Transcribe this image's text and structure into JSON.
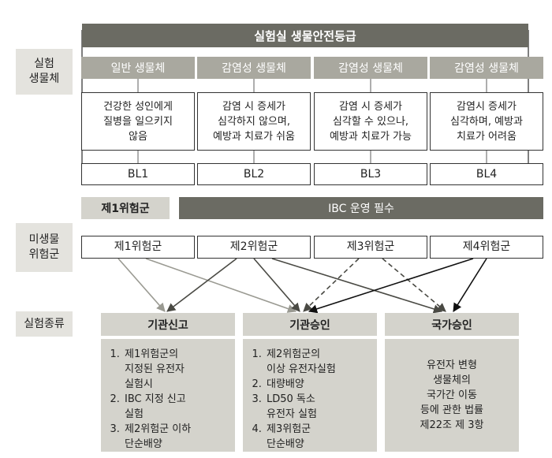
{
  "title": "실험실 생물안전등급",
  "side_labels": {
    "organism": "실험\n생물체",
    "risk_group": "미생물\n위험군",
    "experiment_type": "실험종류"
  },
  "organism_headers": [
    "일반 생물체",
    "감염성 생물체",
    "감염성 생물체",
    "감염성 생물체"
  ],
  "organism_desc": [
    "건강한 성인에게\n질병을 일으키지\n않음",
    "감염 시 증세가\n심각하지 않으며,\n예방과 치료가 쉬움",
    "감염 시 증세가\n심각할 수 있으나,\n예방과 치료가 가능",
    "감염시 증세가\n심각하며, 예방과\n치료가 어려움"
  ],
  "bsl_levels": [
    "BL1",
    "BL2",
    "BL3",
    "BL4"
  ],
  "risk_bar_left": "제1위험군",
  "risk_bar_right": "IBC 운영 필수",
  "risk_groups": [
    "제1위험군",
    "제2위험군",
    "제3위험군",
    "제4위험군"
  ],
  "experiment_headers": [
    "기관신고",
    "기관승인",
    "국가승인"
  ],
  "experiment_lists": [
    [
      "제1위험군의\n지정된 유전자\n실험시",
      "IBC 지정 신고\n실험",
      "제2위험군 이하\n단순배양"
    ],
    [
      "제2위험군의\n이상 유전자실험",
      "대량배양",
      "LD50 독소\n유전자 실험",
      "제3위험군\n단순배양"
    ]
  ],
  "national_text": "유전자 변형\n생물체의\n국가간 이동\n등에 관한 법률\n제22조 제 3항",
  "colors": {
    "dark": "#6b6b63",
    "mid": "#a9a89f",
    "light": "#d4d3cc",
    "side": "#e4e3de",
    "arrow_light": "#9a9a92",
    "arrow_dark": "#4a4a44",
    "arrow_black": "#111111"
  }
}
